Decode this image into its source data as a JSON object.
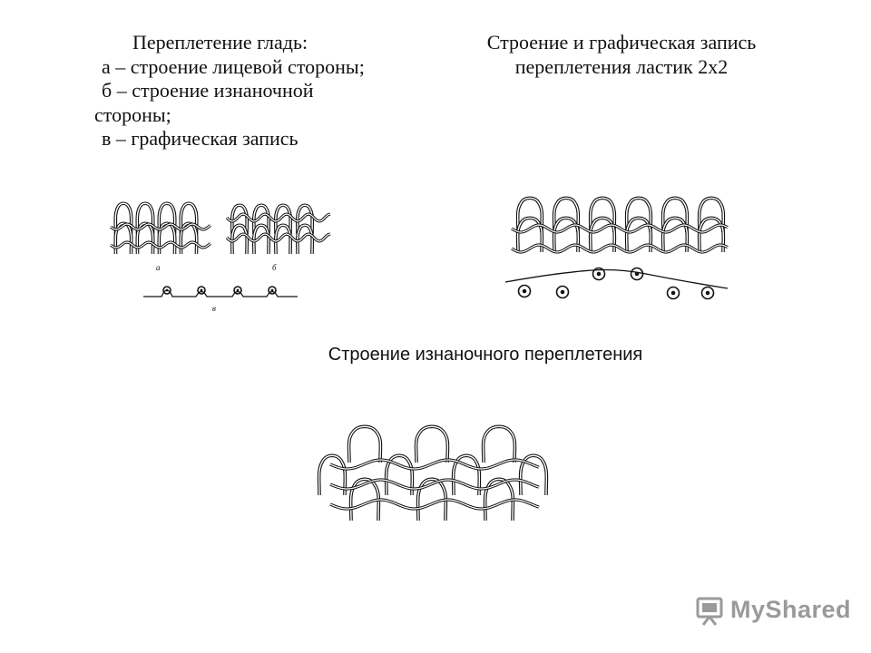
{
  "left_caption": {
    "lines": [
      "Переплетение гладь:",
      "а – строение лицевой стороны;",
      "б – строение изнаночной",
      "стороны;",
      "в – графическая запись"
    ]
  },
  "right_caption": {
    "lines": [
      "Строение и графическая запись",
      "переплетения ластик 2х2"
    ]
  },
  "plain_figure": {
    "label_a": "а",
    "label_b": "б",
    "label_c": "в",
    "face_loops": 4,
    "back_loops": 4
  },
  "rib_figure": {
    "loops": 6,
    "pattern": "2x2"
  },
  "purl_figure": {
    "title": "Строение изнаночного переплетения",
    "columns": 3
  },
  "watermark": {
    "text": "MyShared"
  },
  "colors": {
    "ink": "#111111",
    "watermark": "#9a9a9a",
    "background": "#ffffff"
  }
}
